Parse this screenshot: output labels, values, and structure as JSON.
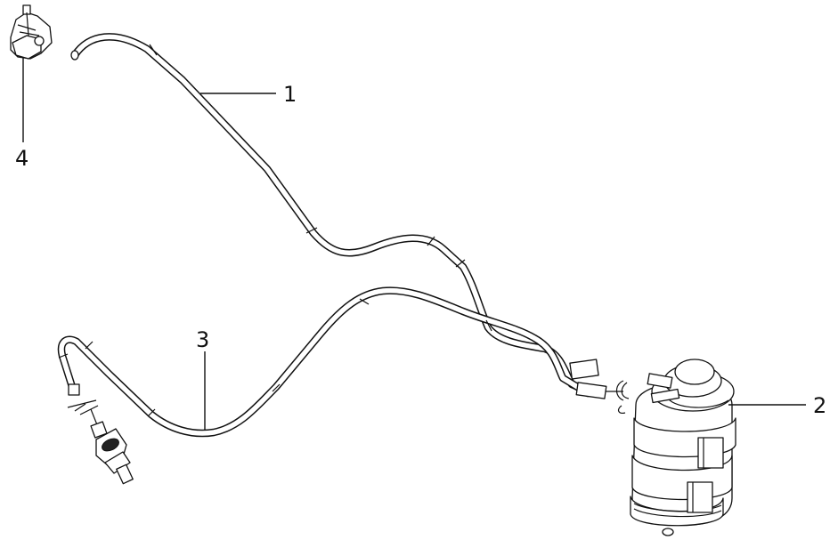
{
  "callouts": [
    {
      "id": "1",
      "label": "1"
    },
    {
      "id": "2",
      "label": "2"
    },
    {
      "id": "3",
      "label": "3"
    },
    {
      "id": "4",
      "label": "4"
    }
  ],
  "colors": {
    "line": "#111111",
    "background": "#ffffff"
  }
}
